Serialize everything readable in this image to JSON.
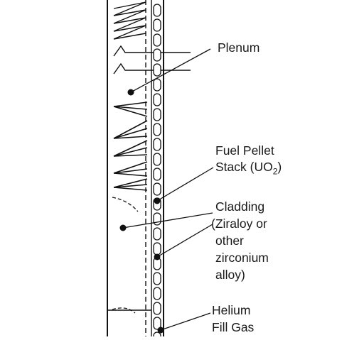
{
  "diagram": {
    "labels": {
      "plenum": "Plenum",
      "fuel_pellet_line1": "Fuel Pellet",
      "fuel_pellet_line2_prefix": "Stack (UO",
      "fuel_pellet_line2_sub": "2",
      "fuel_pellet_line2_suffix": ")",
      "cladding_line1": "Cladding",
      "cladding_line2": "(Ziraloy or",
      "cladding_line3": "other",
      "cladding_line4": "zirconium",
      "cladding_line5": "alloy)",
      "helium_line1": "Helium",
      "helium_line2": "Fill Gas"
    }
  }
}
